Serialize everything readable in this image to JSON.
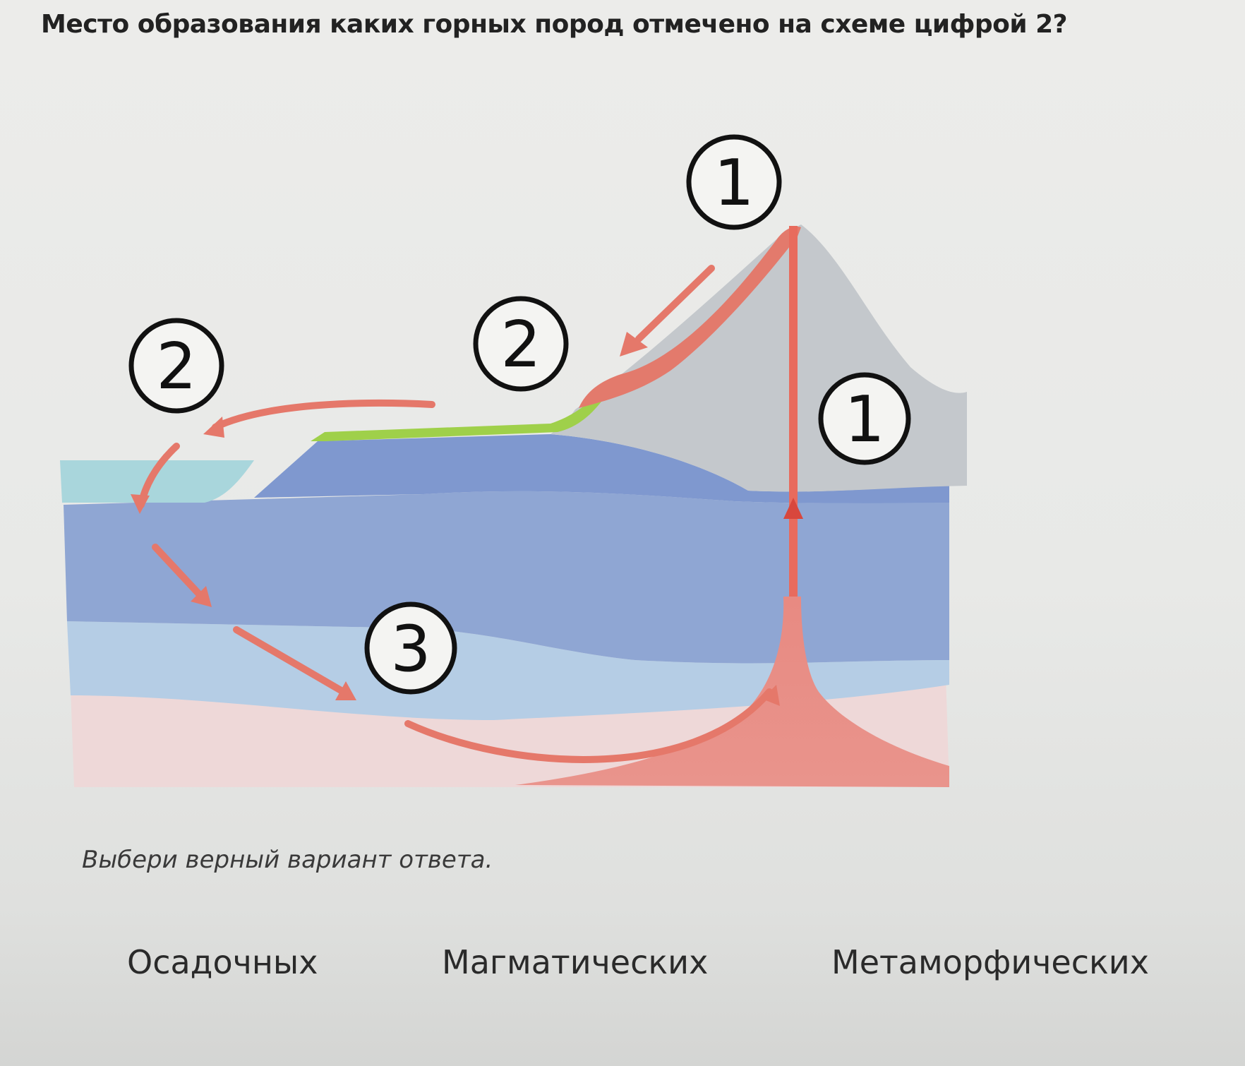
{
  "question": "Место образования каких горных пород отмечено на схеме цифрой 2?",
  "diagram": {
    "labels": [
      "1",
      "1",
      "2",
      "2",
      "3"
    ]
  },
  "hint": "Выбери верный вариант ответа.",
  "answers": [
    "Осадочных",
    "Магматических",
    "Метаморфических"
  ]
}
